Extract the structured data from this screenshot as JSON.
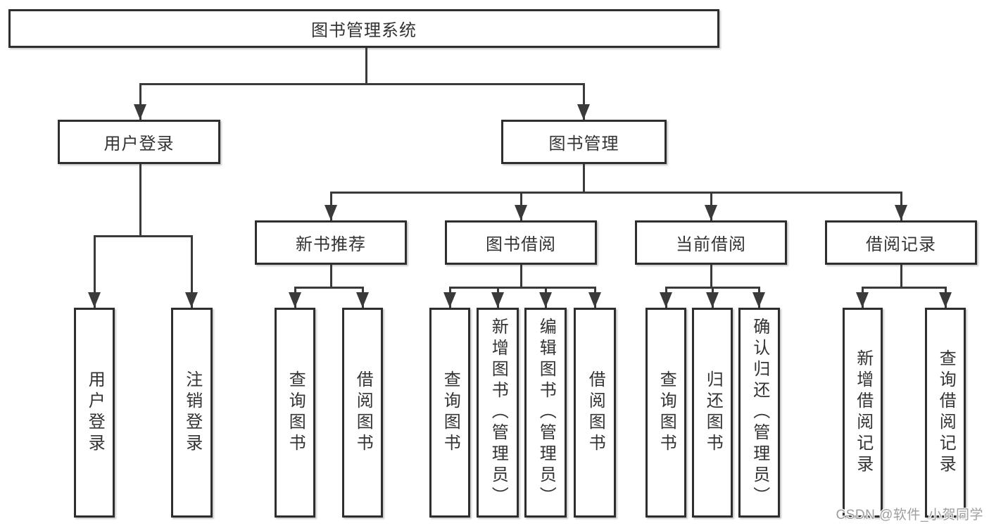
{
  "tree": {
    "root": "图书管理系统",
    "branches": [
      {
        "label": "用户登录",
        "children": [
          {
            "label": "用户登录"
          },
          {
            "label": "注销登录"
          }
        ]
      },
      {
        "label": "图书管理",
        "sections": [
          {
            "label": "新书推荐",
            "children": [
              {
                "label": "查询图书"
              },
              {
                "label": "借阅图书"
              }
            ]
          },
          {
            "label": "图书借阅",
            "children": [
              {
                "label": "查询图书"
              },
              {
                "label": "新增图书（管理员）"
              },
              {
                "label": "编辑图书（管理员）"
              },
              {
                "label": "借阅图书"
              }
            ]
          },
          {
            "label": "当前借阅",
            "children": [
              {
                "label": "查询图书"
              },
              {
                "label": "归还图书"
              },
              {
                "label": "确认归还（管理员）"
              }
            ]
          },
          {
            "label": "借阅记录",
            "children": [
              {
                "label": "新增借阅记录"
              },
              {
                "label": "查询借阅记录"
              }
            ]
          }
        ]
      }
    ]
  },
  "watermark": {
    "text": "CSDN @软件_小贺同学"
  },
  "colors": {
    "line": "#3a3a3a",
    "border": "#2e2e2e",
    "text": "#333333",
    "fill": "#ffffff",
    "watermark": "#9e9e9e",
    "bg": "#ffffff"
  }
}
